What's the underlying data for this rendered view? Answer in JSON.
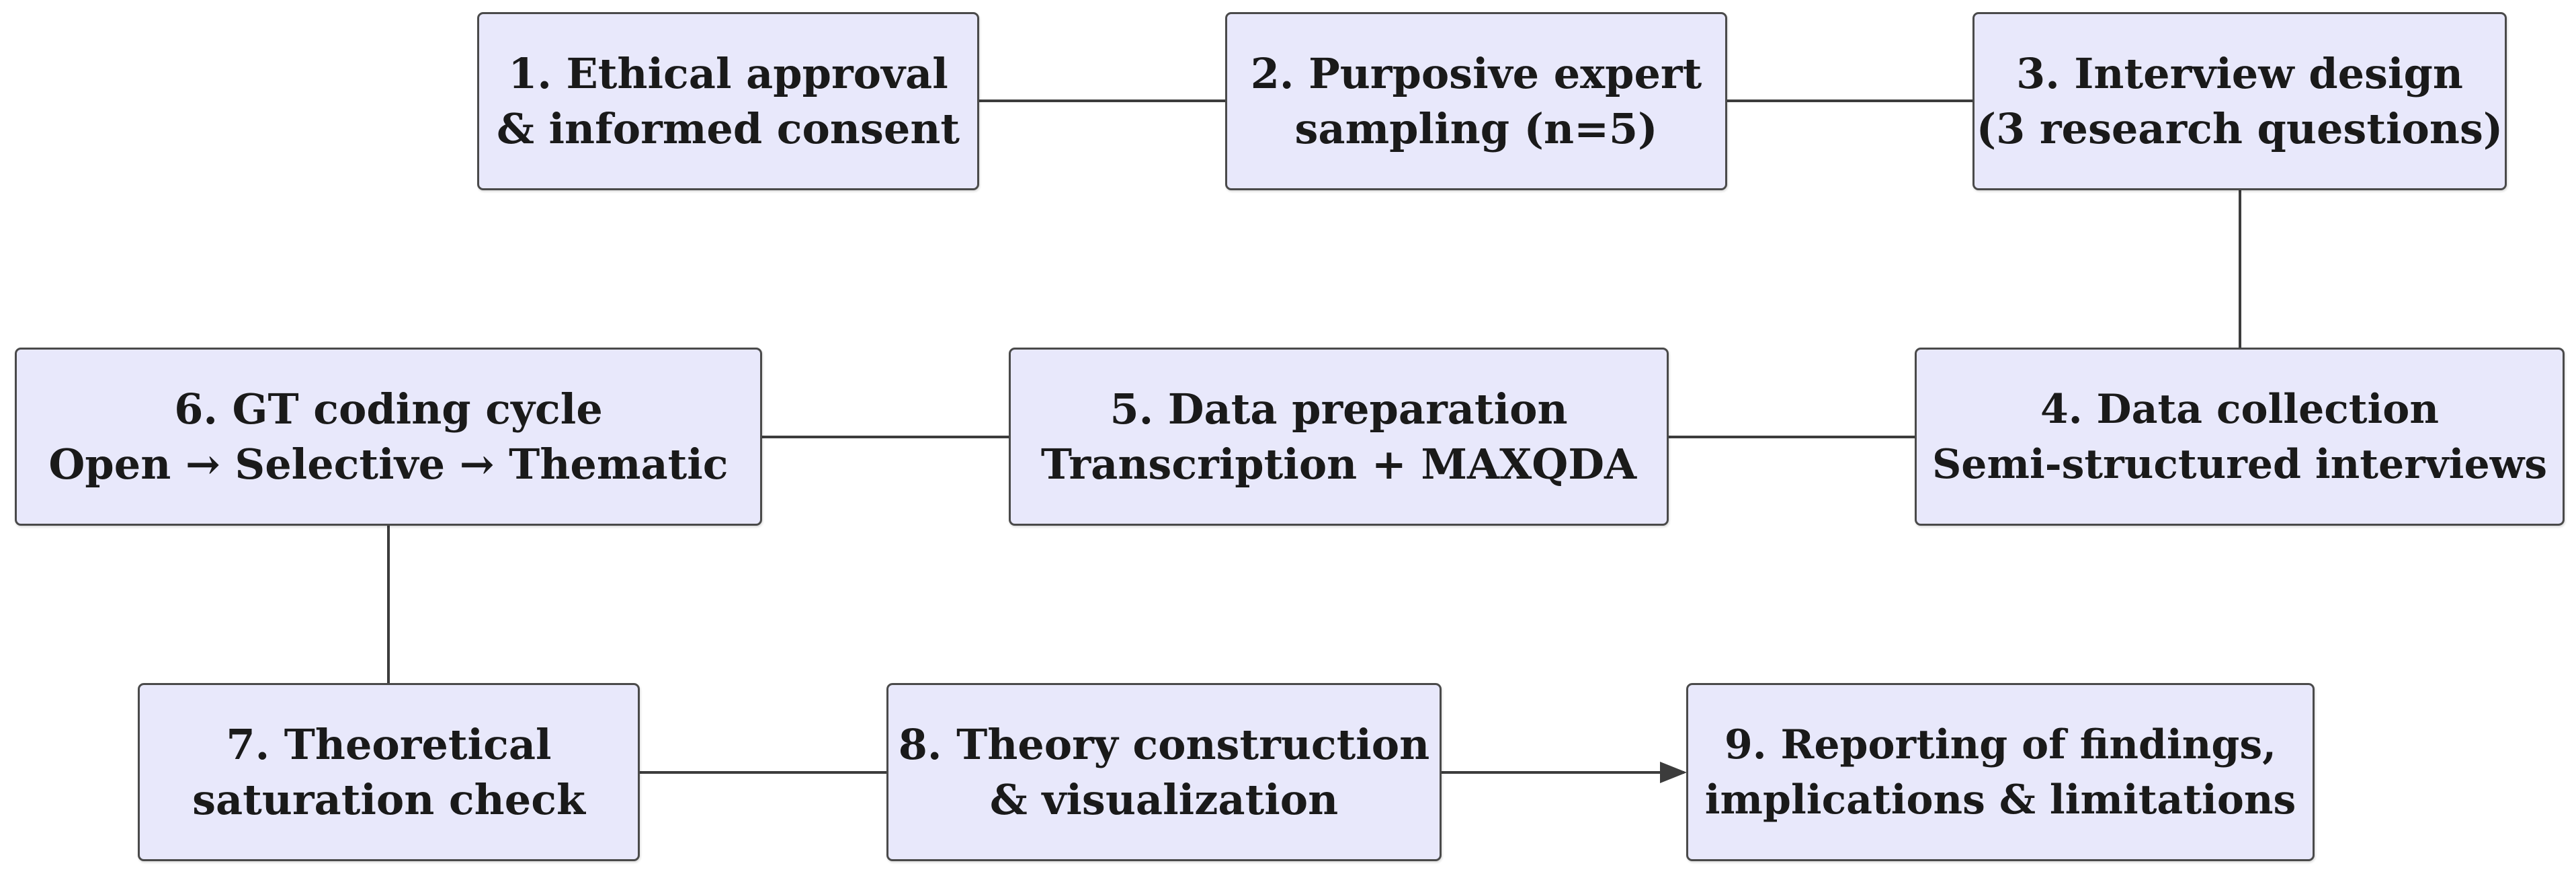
{
  "steps": [
    {
      "id": "step-1",
      "number": 1,
      "lines": [
        "1. Ethical approval",
        "& informed consent"
      ]
    },
    {
      "id": "step-2",
      "number": 2,
      "lines": [
        "2. Purposive expert",
        "sampling (n=5)"
      ]
    },
    {
      "id": "step-3",
      "number": 3,
      "lines": [
        "3. Interview design",
        "(3 research questions)"
      ]
    },
    {
      "id": "step-4",
      "number": 4,
      "lines": [
        "4. Data collection",
        "Semi-structured interviews"
      ]
    },
    {
      "id": "step-5",
      "number": 5,
      "lines": [
        "5. Data preparation",
        "Transcription + MAXQDA"
      ]
    },
    {
      "id": "step-6",
      "number": 6,
      "lines": [
        "6. GT coding cycle",
        "Open → Selective → Thematic"
      ]
    },
    {
      "id": "step-7",
      "number": 7,
      "lines": [
        "7. Theoretical",
        "saturation check"
      ]
    },
    {
      "id": "step-8",
      "number": 8,
      "lines": [
        "8. Theory construction",
        "& visualization"
      ]
    },
    {
      "id": "step-9",
      "number": 9,
      "lines": [
        "9. Reporting of findings,",
        "implications & limitations"
      ]
    }
  ],
  "connections": [
    {
      "from": "step-1",
      "to": "step-2",
      "arrow": false
    },
    {
      "from": "step-2",
      "to": "step-3",
      "arrow": false
    },
    {
      "from": "step-3",
      "to": "step-4",
      "arrow": false
    },
    {
      "from": "step-4",
      "to": "step-5",
      "arrow": false
    },
    {
      "from": "step-5",
      "to": "step-6",
      "arrow": false
    },
    {
      "from": "step-6",
      "to": "step-7",
      "arrow": false
    },
    {
      "from": "step-7",
      "to": "step-8",
      "arrow": false
    },
    {
      "from": "step-8",
      "to": "step-9",
      "arrow": true
    }
  ],
  "colors": {
    "box_fill": "#e8e8fb",
    "box_border": "#4a4a4a",
    "connector": "#3c3c3c",
    "text": "#1a1a1a"
  }
}
